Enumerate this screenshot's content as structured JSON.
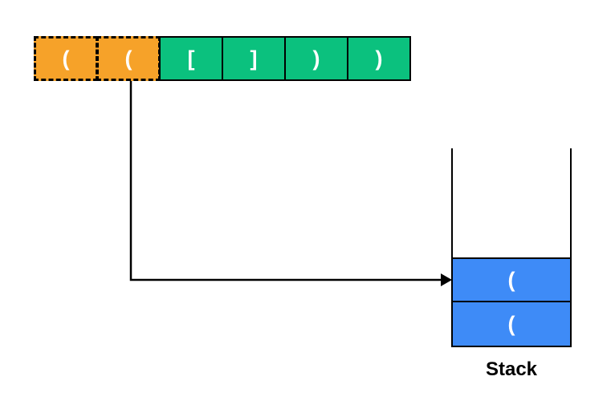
{
  "diagram": {
    "type": "stack-bracket-matching",
    "colors": {
      "scanned_cell": "#F6A229",
      "pending_cell": "#0BC17E",
      "stack_cell": "#3E8BF7",
      "line": "#000000",
      "glyph": "#FFFFFF"
    },
    "sequence": {
      "cells": [
        {
          "char": "(",
          "state": "scanned"
        },
        {
          "char": "(",
          "state": "scanned"
        },
        {
          "char": "[",
          "state": "pending"
        },
        {
          "char": "]",
          "state": "pending"
        },
        {
          "char": ")",
          "state": "pending"
        },
        {
          "char": ")",
          "state": "pending"
        }
      ]
    },
    "arrow": {
      "from": "sequence-cell-2",
      "to": "stack-top"
    },
    "stack": {
      "label": "Stack",
      "items": [
        "(",
        "("
      ]
    }
  }
}
